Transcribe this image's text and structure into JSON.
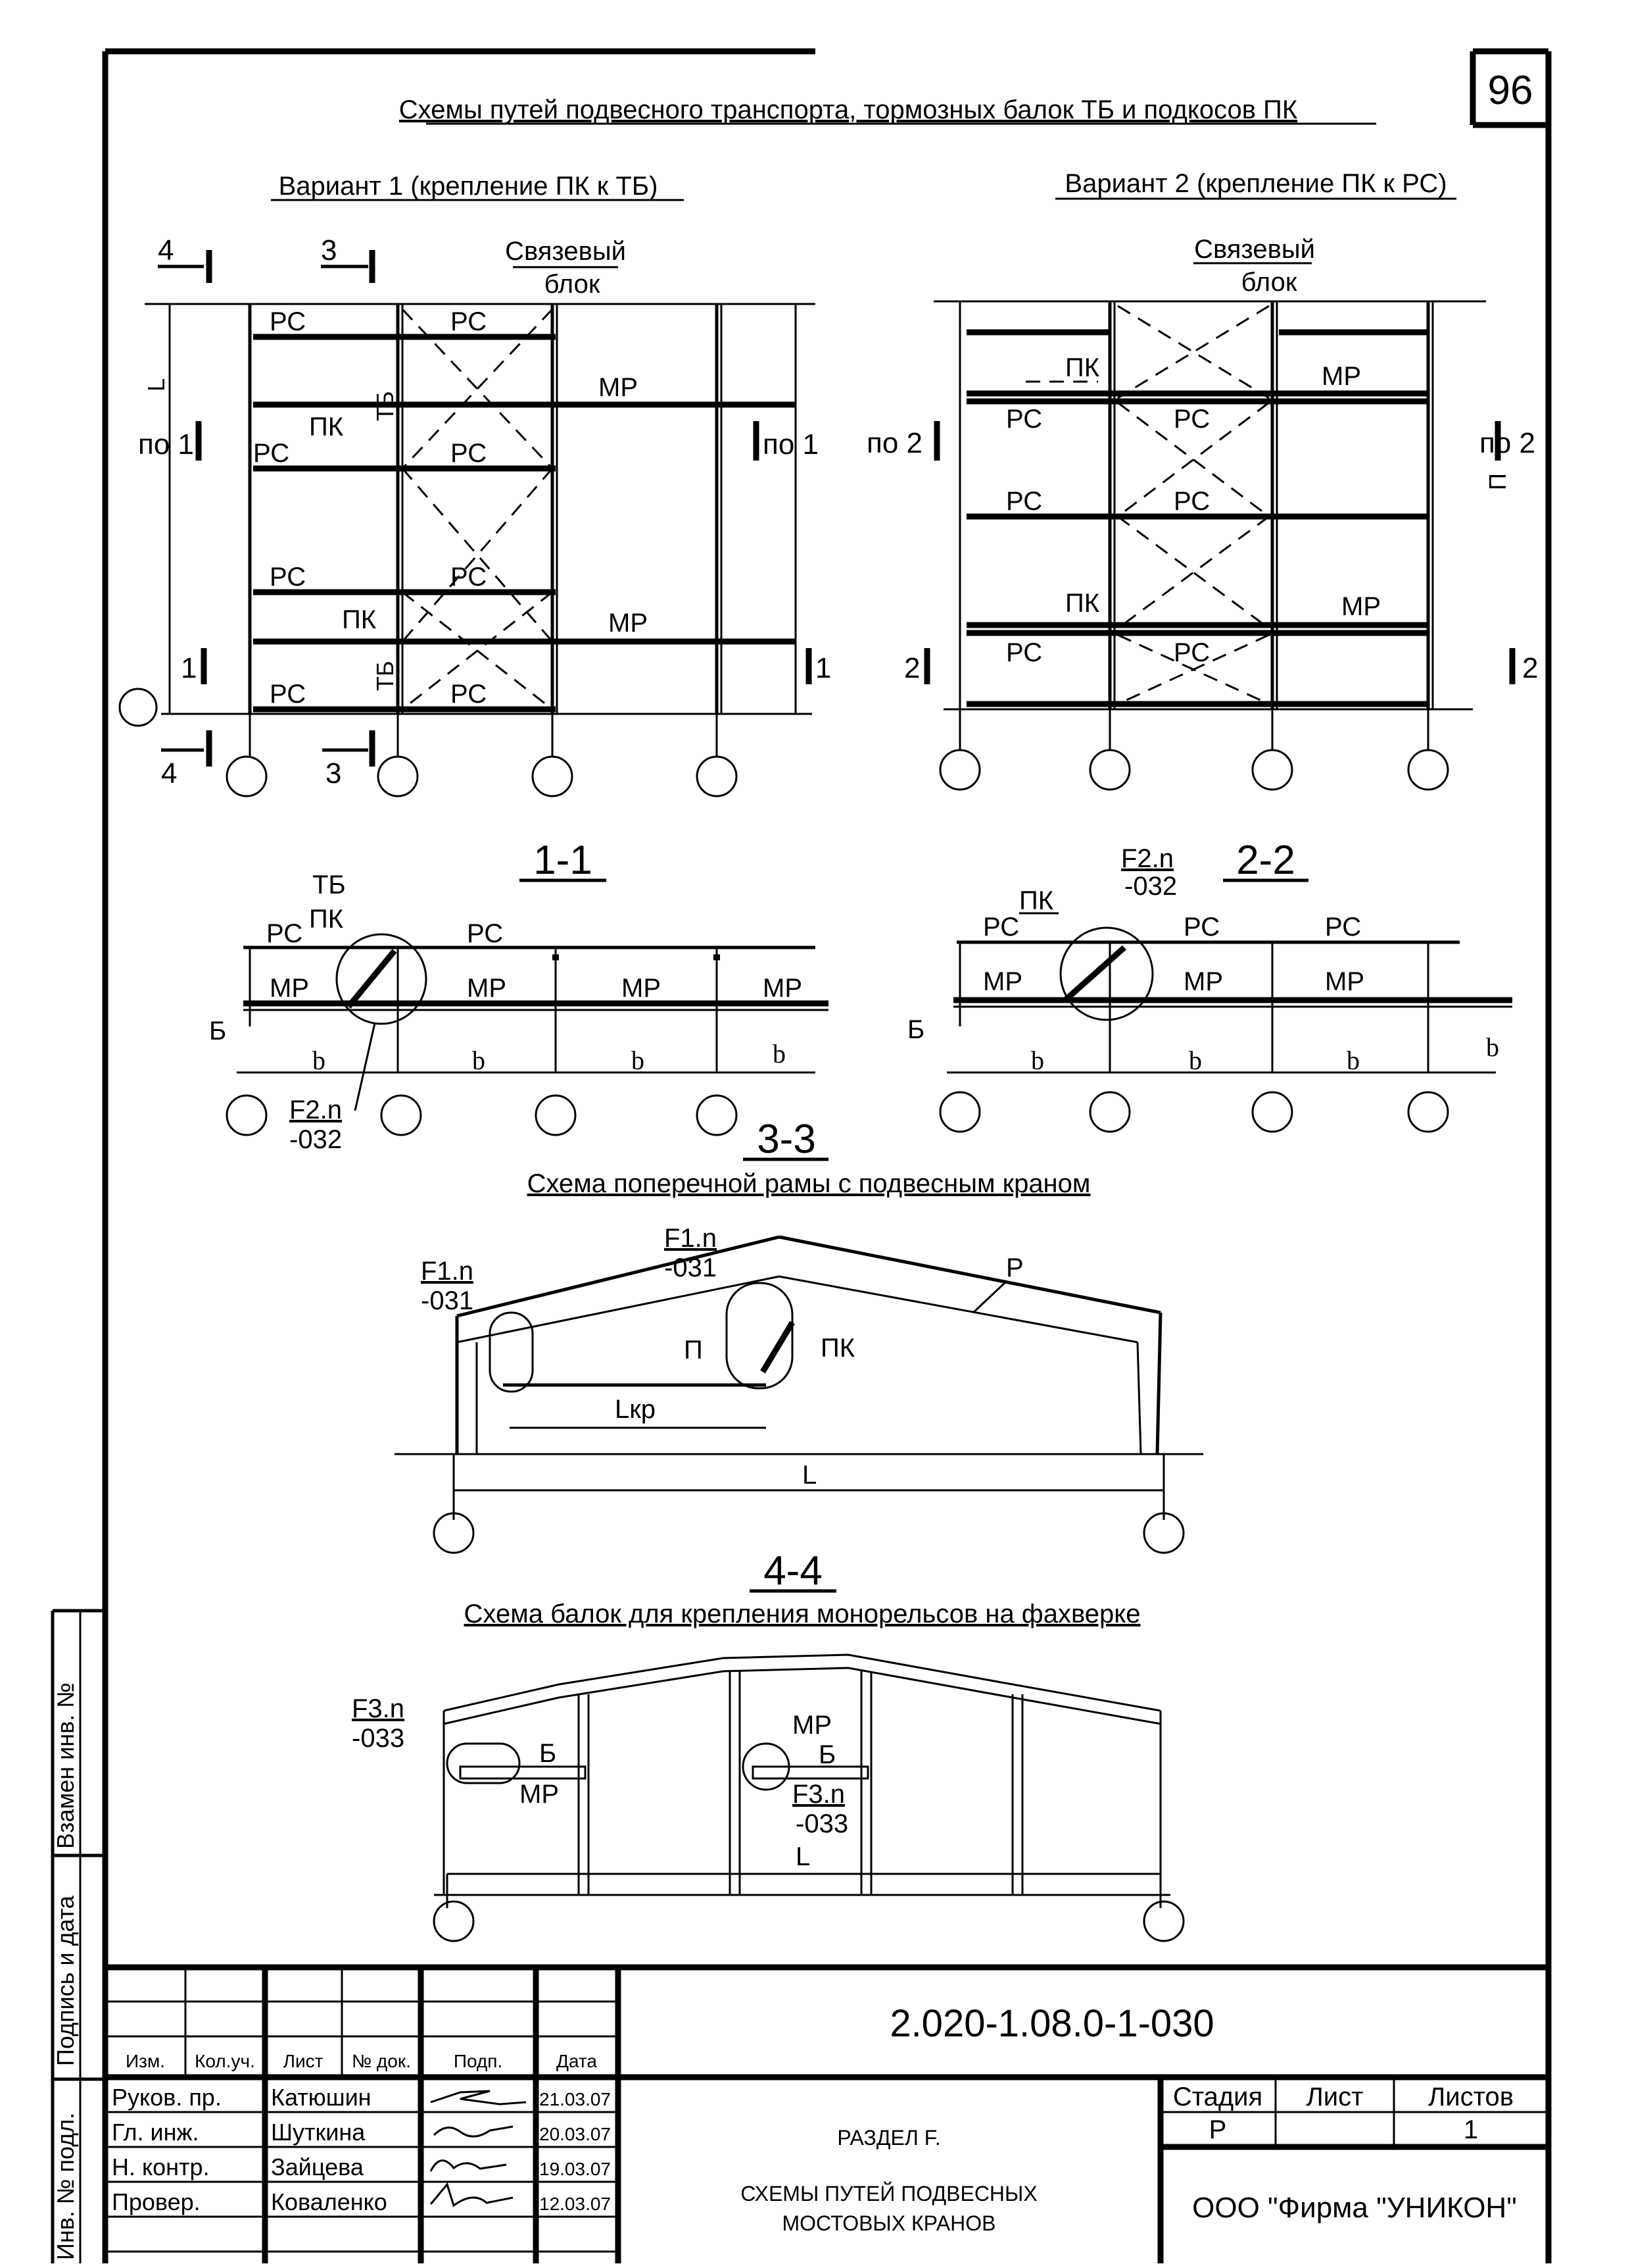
{
  "sheet": {
    "number": "96",
    "title": "Схемы путей подвесного транспорта, тормозных балок ТБ и подкосов ПК"
  },
  "variant1": {
    "caption": "Вариант 1 (крепление ПК к ТБ)",
    "bracing_block": [
      "Связевый",
      "блок"
    ],
    "labels": {
      "rs": "РС",
      "mr": "МР",
      "pk": "ПК",
      "tb": "ТБ",
      "L": "L"
    },
    "cut_marks": {
      "s4": "4",
      "s3": "3",
      "s1": "1",
      "po1": "по 1"
    }
  },
  "variant2": {
    "caption": "Вариант 2 (крепление ПК к РС)",
    "bracing_block": [
      "Связевый",
      "блок"
    ],
    "labels": {
      "rs": "РС",
      "mr": "МР",
      "pk": "ПК",
      "P": "П"
    },
    "cut_marks": {
      "s2": "2",
      "po2": "по 2"
    }
  },
  "section11": {
    "title": "1-1",
    "labels": {
      "tb": "ТБ",
      "pk": "ПК",
      "rs": "РС",
      "mr": "МР",
      "b_beam": "Б",
      "b": "b"
    },
    "ref": [
      "F2.n",
      "-032"
    ]
  },
  "section22": {
    "title": "2-2",
    "labels": {
      "pk": "ПК",
      "rs": "РС",
      "mr": "МР",
      "b_beam": "Б",
      "b": "b"
    },
    "ref": [
      "F2.n",
      "-032"
    ]
  },
  "section33": {
    "title": "3-3",
    "subtitle": "Схема поперечной рамы с подвесным краном",
    "ref_left": [
      "F1.n",
      "-031"
    ],
    "ref_mid": [
      "F1.n",
      "-031"
    ],
    "labels": {
      "P": "Р",
      "P2": "П",
      "pk": "ПК",
      "lkr": "Lкр",
      "L": "L"
    }
  },
  "section44": {
    "title": "4-4",
    "subtitle": "Схема балок для крепления монорельсов на фахверке",
    "ref_left": [
      "F3.n",
      "-033"
    ],
    "ref_mid": [
      "F3.n",
      "-033"
    ],
    "labels": {
      "b_beam": "Б",
      "mr": "МР",
      "L": "L"
    }
  },
  "side_stamp": {
    "cells": [
      "Взамен инв. №",
      "Подпись и дата",
      "Инв. № подл."
    ]
  },
  "title_block": {
    "doc_code": "2.020-1.08.0-1-030",
    "header": [
      "Изм.",
      "Кол.уч.",
      "Лист",
      "№ док.",
      "Подп.",
      "Дата"
    ],
    "rows": [
      {
        "role": "Руков. пр.",
        "name": "Катюшин",
        "date": "21.03.07"
      },
      {
        "role": "Гл. инж.",
        "name": "Шуткина",
        "date": "20.03.07"
      },
      {
        "role": "Н. контр.",
        "name": "Зайцева",
        "date": "19.03.07"
      },
      {
        "role": "Провер.",
        "name": "Коваленко",
        "date": "12.03.07"
      }
    ],
    "section": "РАЗДЕЛ F.",
    "description": [
      "СХЕМЫ ПУТЕЙ ПОДВЕСНЫХ",
      "МОСТОВЫХ КРАНОВ"
    ],
    "stage_header": [
      "Стадия",
      "Лист",
      "Листов"
    ],
    "stage_values": [
      "Р",
      "",
      "1"
    ],
    "company": "ООО \"Фирма \"УНИКОН\""
  }
}
